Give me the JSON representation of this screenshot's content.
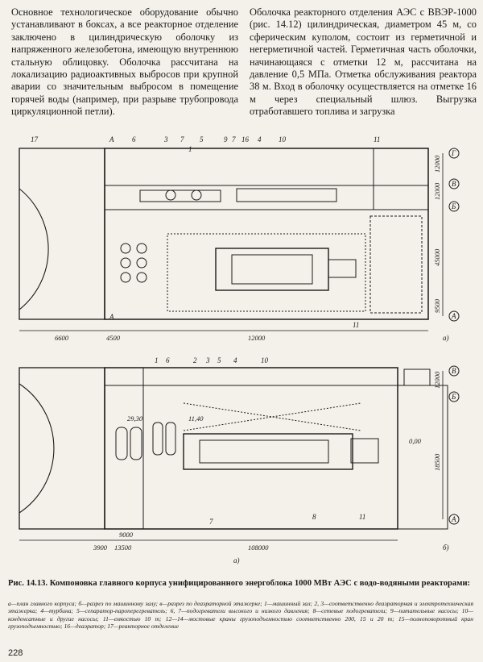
{
  "text": {
    "col_left": "Основное технологическое оборудование обычно устанавливают в боксах, а все реакторное отделение заключено в цилиндрическую оболочку из напряженного железобетона, имеющую внутреннюю стальную облицовку. Оболочка рассчитана на локализацию радиоактивных выбросов при крупной аварии со значительным выбросом в помещение горячей воды (например, при разрыве трубопровода циркуляционной петли).",
    "col_right": "Оболочка реакторного отделения АЭС с ВВЭР-1000 (рис. 14.12) цилиндрическая, диаметром 45 м, со сферическим куполом, состоит из герметичной и негерметичной частей. Герметичная часть оболочки, начинающаяся с отметки 12 м, рассчитана на давление 0,5 МПа. Отметка обслуживания реактора 38 м. Вход в оболочку осуществляется на отметке 16 м через специальный шлюз. Выгрузка отработавшего топлива и загрузка"
  },
  "figure": {
    "top": {
      "numbers": [
        "17",
        "А",
        "6",
        "3",
        "7",
        "5",
        "9",
        "7",
        "16",
        "4",
        "10",
        "11",
        "1",
        "А",
        "11"
      ],
      "axes": [
        "Г",
        "В",
        "Б",
        "А"
      ],
      "dims_right": [
        "12000",
        "12000",
        "45000",
        "9500"
      ],
      "dims_bottom": [
        "6600",
        "4500",
        "12000"
      ],
      "panel": "а)"
    },
    "bottom": {
      "numbers": [
        "1",
        "6",
        "2",
        "3",
        "5",
        "4",
        "10",
        "7",
        "8",
        "11"
      ],
      "axes": [
        "В",
        "Б",
        "А"
      ],
      "marks": [
        "29,30",
        "11,40",
        "0,00"
      ],
      "dims_right": [
        "12000",
        "18500"
      ],
      "dims_bottom": [
        "9000",
        "3900",
        "13500",
        "108000"
      ],
      "panel_center": "а)",
      "panel": "б)"
    }
  },
  "caption": {
    "title": "Рис. 14.13. Компоновка главного корпуса унифицированного энергоблока 1000 МВт АЭС с водо-водяными реакторами:",
    "legend": "а—план главного корпуса; б—разрез по машинному залу; в—разрез по деаэраторной этажерке; 1—машинный зал; 2, 3—соответственно деаэраторная и электротехническая этажерка; 4—турбина; 5—сепаратор-пароперегреватель; 6, 7—подогреватели высокого и низкого давления; 8—сетевые подогреватели; 9—питательные насосы; 10—конденсатные и другие насосы; 11—емкостью 10 т; 12—14—мостовые краны грузоподъемностью соответственно 200, 15 и 20 т; 15—полноповоротный кран грузоподъемностью; 16—деаэратор; 17—реакторное отделение"
  },
  "page_number": "228"
}
